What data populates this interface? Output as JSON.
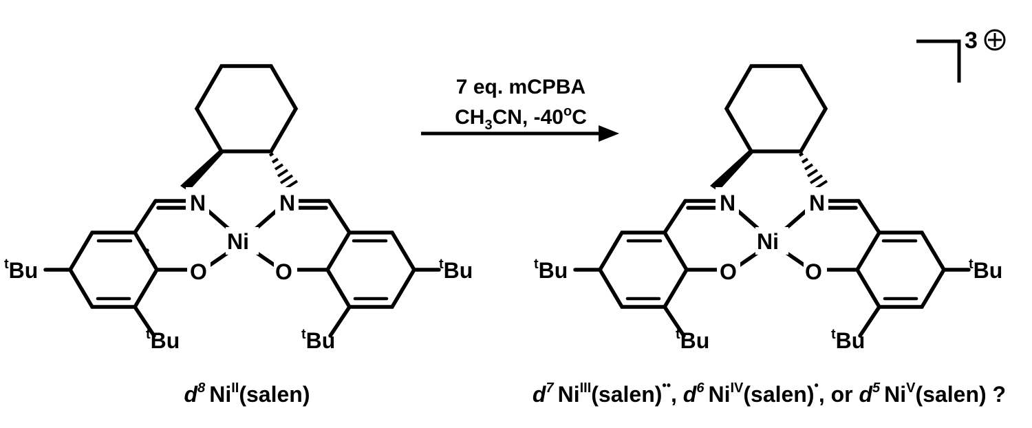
{
  "colors": {
    "ink": "#000000",
    "background": "#ffffff"
  },
  "arrow": {
    "reagent_line1": "7 eq. mCPBA",
    "reagent_line2_formula_a": "CH",
    "reagent_line2_formula_sub": "3",
    "reagent_line2_formula_b": "CN, -40",
    "reagent_line2_deg": "o",
    "reagent_line2_unit": "C"
  },
  "atoms": {
    "N": "N",
    "Ni": "Ni",
    "O": "O",
    "tbu_sup": "t",
    "tbu_base": "Bu"
  },
  "charge": {
    "value": "3",
    "symbol": "+"
  },
  "reactant": {
    "caption_d": "d",
    "caption_d_sup": "8",
    "caption_metal": "Ni",
    "caption_ox": "II",
    "caption_ligand": "(salen)"
  },
  "product": {
    "c1_d": "d",
    "c1_d_sup": "7",
    "c1_metal": "Ni",
    "c1_ox": "III",
    "c1_ligand": "(salen)",
    "c1_radical": "••",
    "sep1": ", ",
    "c2_d": "d",
    "c2_d_sup": "6",
    "c2_metal": "Ni",
    "c2_ox": "IV",
    "c2_ligand": "(salen)",
    "c2_radical": "•",
    "sep2": ", or ",
    "c3_d": "d",
    "c3_d_sup": "5",
    "c3_metal": "Ni",
    "c3_ox": "V",
    "c3_ligand": "(salen) ?"
  }
}
